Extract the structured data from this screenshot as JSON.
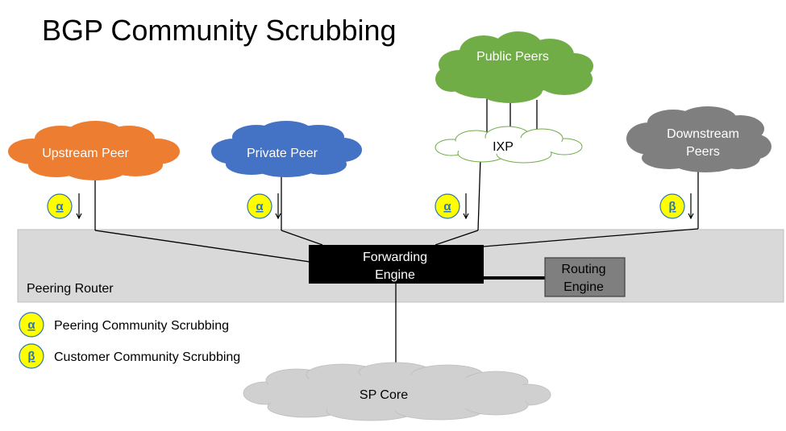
{
  "title": "BGP Community Scrubbing",
  "clouds": {
    "public_peers": "Public Peers",
    "ixp": "IXP",
    "upstream_peer": "Upstream Peer",
    "private_peer": "Private Peer",
    "downstream_peers_line1": "Downstream",
    "downstream_peers_line2": "Peers",
    "sp_core": "SP Core"
  },
  "router": {
    "label": "Peering Router",
    "forwarding_engine_line1": "Forwarding",
    "forwarding_engine_line2": "Engine",
    "routing_engine_line1": "Routing",
    "routing_engine_line2": "Engine"
  },
  "markers": {
    "upstream": "α",
    "private": "α",
    "ixp": "α",
    "downstream": "β"
  },
  "legend": {
    "alpha_symbol": "α",
    "alpha_text": "Peering Community Scrubbing",
    "beta_symbol": "β",
    "beta_text": "Customer Community Scrubbing"
  },
  "colors": {
    "public_peers": "#70ad47",
    "upstream_peer": "#ed7d31",
    "private_peer": "#4472c4",
    "downstream_peers": "#7f7f7f",
    "sp_core": "#d0d0d0",
    "router_band": "#d9d9d9",
    "forwarding_engine": "#000000",
    "routing_engine": "#7f7f7f",
    "marker_fill": "#ffff00",
    "marker_text": "#2e75b6"
  }
}
